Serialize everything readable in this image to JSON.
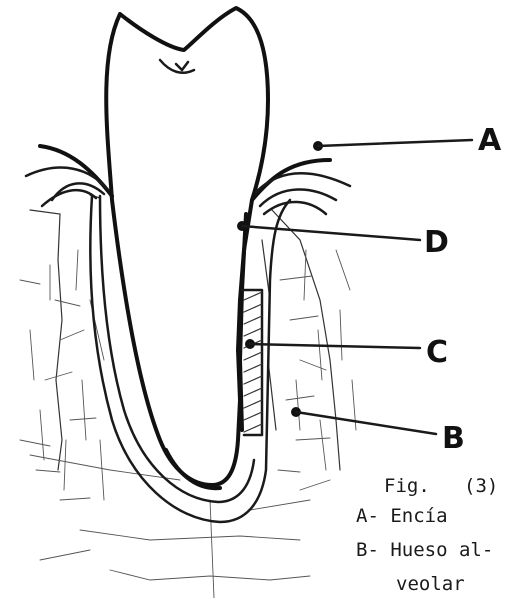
{
  "labels": {
    "a": "A",
    "b": "B",
    "c": "C",
    "d": "D"
  },
  "caption": {
    "fig": "Fig.",
    "fig_number": "(3)",
    "legend_a": "A- Encía",
    "legend_b": "B- Hueso al-",
    "legend_b_cont": "veolar"
  }
}
